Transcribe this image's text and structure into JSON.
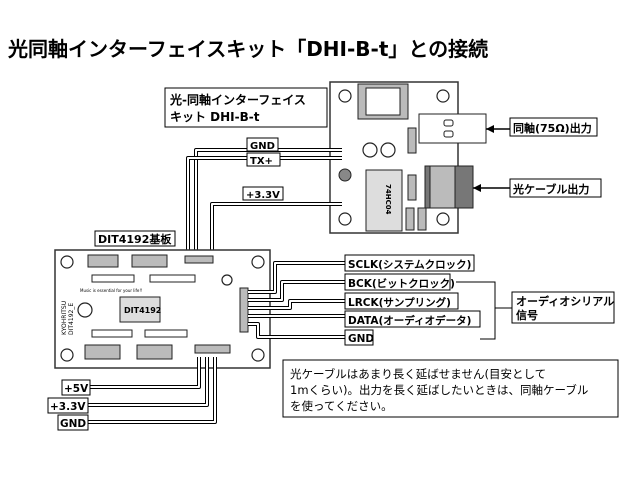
{
  "title": "光同軸インターフェイスキット「DHI-B-t」との接続",
  "upper_board": {
    "label_line1": "光-同軸インターフェイス",
    "label_line2": "キット DHI-B-t",
    "chip": "74HC04",
    "wire_labels": {
      "gnd": "GND",
      "tx": "TX+",
      "v33": "+3.3V"
    },
    "coax_output": "同軸(75Ω)出力",
    "optical_output": "光ケーブル出力"
  },
  "dit_board": {
    "label": "DIT4192基板",
    "chip": "DIT4192",
    "maker": "KYOHRITSU",
    "model": "DIT4192_E",
    "motto": "Music is essential for your life!!"
  },
  "signals": [
    {
      "label": "SCLK(システムクロック)"
    },
    {
      "label": "BCK(ビットクロック)"
    },
    {
      "label": "LRCK(サンプリング)"
    },
    {
      "label": "DATA(オーディオデータ)"
    },
    {
      "label": "GND"
    }
  ],
  "audio_serial_label": {
    "line1": "オーディオシリアル",
    "line2": "信号"
  },
  "power": [
    {
      "label": "+5V"
    },
    {
      "label": "+3.3V"
    },
    {
      "label": "GND"
    }
  ],
  "note": {
    "line1": "光ケーブルはあまり長く延ばせません(目安として",
    "line2": "1mくらい)。出力を長く延ばしたいときは、同軸ケーブル",
    "line3": "を使ってください。"
  }
}
